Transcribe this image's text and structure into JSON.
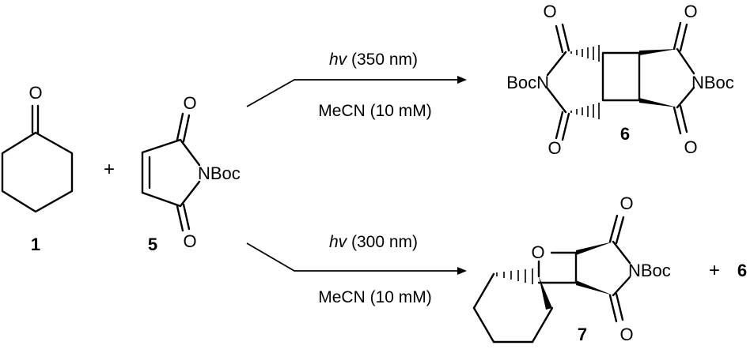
{
  "labels": {
    "compound_1": "1",
    "compound_5": "5",
    "compound_6": "6",
    "compound_7": "7",
    "plus": "+",
    "plus_product": "+",
    "product_6_suffix": "6"
  },
  "atoms": {
    "oxygen": "O",
    "nboc": "NBoc",
    "bocn": "BocN"
  },
  "reactions": [
    {
      "light": "hv",
      "wavelength": " (350 nm)",
      "solvent": "MeCN (10 mM)"
    },
    {
      "light": "hv",
      "wavelength": " (300 nm)",
      "solvent": "MeCN (10 mM)"
    }
  ]
}
